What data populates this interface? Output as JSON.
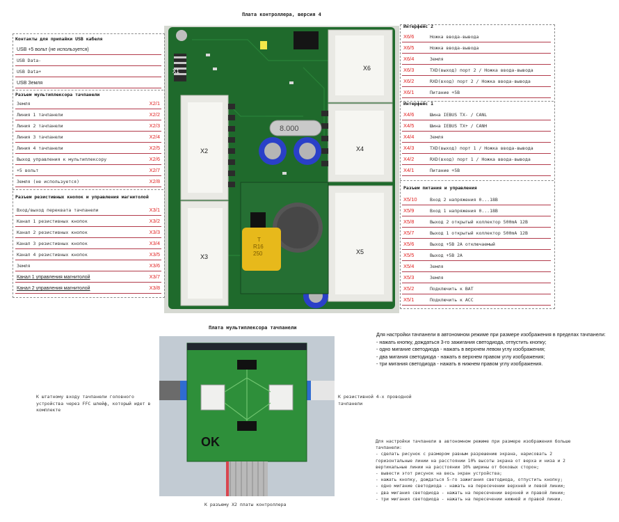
{
  "title_controller": "Плата контроллера, версия 4",
  "title_mux": "Плата мультиплексора тачпанели",
  "board_labels": {
    "x1": "X1",
    "x2": "X2",
    "x3": "X3",
    "x4": "X4",
    "x5": "X5",
    "x6": "X6",
    "one": "1",
    "xtal": "8.000",
    "fuse": "T\nR16\n250"
  },
  "left_usb": {
    "title": "Контакты для припайки USB кабеля",
    "rows": [
      "USB +5 вольт (не используется)",
      "USB Data-",
      "USB Data+",
      "USB Земля"
    ]
  },
  "left_x2": {
    "title": "Разъем мультиплексора тачпанели",
    "rows": [
      {
        "label": "Земля",
        "pin": "X2/1"
      },
      {
        "label": "Линия 1 тачпанели",
        "pin": "X2/2"
      },
      {
        "label": "Линия 2 тачпанели",
        "pin": "X2/3"
      },
      {
        "label": "Линия 3 тачпанели",
        "pin": "X2/4"
      },
      {
        "label": "Линия 4 тачпанели",
        "pin": "X2/5"
      },
      {
        "label": "Выход управления к мультиплексору",
        "pin": "X2/6"
      },
      {
        "label": "+5 вольт",
        "pin": "X2/7"
      },
      {
        "label": "Земля (не используется)",
        "pin": "X2/8"
      }
    ]
  },
  "left_x3": {
    "title": "Разъем резистивных кнопок и управления магнитолой",
    "rows": [
      {
        "label": "Вход/выход переквата тачпанели",
        "pin": "X3/1"
      },
      {
        "label": "Канал 1 резистивных кнопок",
        "pin": "X3/2"
      },
      {
        "label": "Канал 2 резистивных кнопок",
        "pin": "X3/3"
      },
      {
        "label": "Канал 3 резистивных кнопок",
        "pin": "X3/4"
      },
      {
        "label": "Канал 4 резистивных кнопок",
        "pin": "X3/5"
      },
      {
        "label": "Земля",
        "pin": "X3/6"
      },
      {
        "label": "Канал 1 управления магнитолой",
        "pin": "X3/7"
      },
      {
        "label": "Канал 2 управления магнитолой",
        "pin": "X3/8"
      }
    ]
  },
  "right_if2": {
    "title": "Интерфейс 2",
    "rows": [
      {
        "pin": "X6/6",
        "label": "Ножка ввода-вывода"
      },
      {
        "pin": "X6/5",
        "label": "Ножка ввода-вывода"
      },
      {
        "pin": "X6/4",
        "label": "Земля"
      },
      {
        "pin": "X6/3",
        "label": "TXD(выход) порт 2 / Ножка ввода-вывода"
      },
      {
        "pin": "X6/2",
        "label": "RXD(вход) порт 2 / Ножка ввода-вывода"
      },
      {
        "pin": "X6/1",
        "label": "Питание +5В"
      }
    ]
  },
  "right_if1": {
    "title": "Интерфейс 1",
    "rows": [
      {
        "pin": "X4/6",
        "label": "Шина IEBUS TX- / CANL"
      },
      {
        "pin": "X4/5",
        "label": "Шина IEBUS TX+ / CANH"
      },
      {
        "pin": "X4/4",
        "label": "Земля"
      },
      {
        "pin": "X4/3",
        "label": "TXD(выход) порт 1 / Ножка ввода-вывода"
      },
      {
        "pin": "X4/2",
        "label": "RXD(вход) порт 1 / Ножка ввода-вывода"
      },
      {
        "pin": "X4/1",
        "label": "Питание +5В"
      }
    ]
  },
  "right_x5": {
    "title": "Разъем питания и управления",
    "rows": [
      {
        "pin": "X5/10",
        "label": "Вход 2 напряжения 0...18В"
      },
      {
        "pin": "X5/9",
        "label": "Вход 1 напряжения 0...18В"
      },
      {
        "pin": "X5/8",
        "label": "Выход 2 открытый коллектор 500mA 12В"
      },
      {
        "pin": "X5/7",
        "label": "Выход 1 открытый коллектор 500mA 12В"
      },
      {
        "pin": "X5/6",
        "label": "Выход +5В 2А отключаемый"
      },
      {
        "pin": "X5/5",
        "label": "Выход +5В 2А"
      },
      {
        "pin": "X5/4",
        "label": "Земля"
      },
      {
        "pin": "X5/3",
        "label": "Земля"
      },
      {
        "pin": "X5/2",
        "label": "Подключить к BAT"
      },
      {
        "pin": "X5/1",
        "label": "Подключить к ACC"
      }
    ]
  },
  "note_top": [
    "Для настройки тачпанели в автономном режиме при размере изображения в пределах тачпанели:",
    "- нажать кнопку, дождаться 3-го зажигания светодиода, отпустить кнопку;",
    "- одно мигание светодиода - нажать в верхнем левом углу изображения;",
    "- два мигания светодиода - нажать в верхнем правом углу изображения;",
    "- три мигания светодиода - нажать в нижнем правом углу изображения."
  ],
  "note_bottom": [
    "Для настройки тачпанели в автономном режиме при размере изображения больше",
    "тачпанели:",
    "- сделать рисунок с размером равным разрешению экрана, нарисовать 2",
    "горизонтальные линии на расстоянии 10% высоты экрана от верха и низа и 2",
    "вертикальные линии на  расстоянии 10% ширины от боковых сторон;",
    "- вывести этот рисунок на весь экран устройства;",
    "- нажать кнопку, дождаться 5-го зажигания светодиода, отпустить кнопку;",
    "- одно мигание светодиода - нажать на пересечении верхней и левой линии;",
    "- два мигания светодиода - нажать на пересечении верхней и правой линии;",
    "- три мигания светодиода - нажать на пересечении нижней и правой линии."
  ],
  "cap_left": [
    "К штатному входу тачпанели головного",
    "устройства через FFC шлейф, который идет в",
    "комплекте"
  ],
  "cap_right": [
    "К резистивной 4-х проводной",
    "тачпанели"
  ],
  "cap_bottom": "К разъему X2 платы контроллера"
}
